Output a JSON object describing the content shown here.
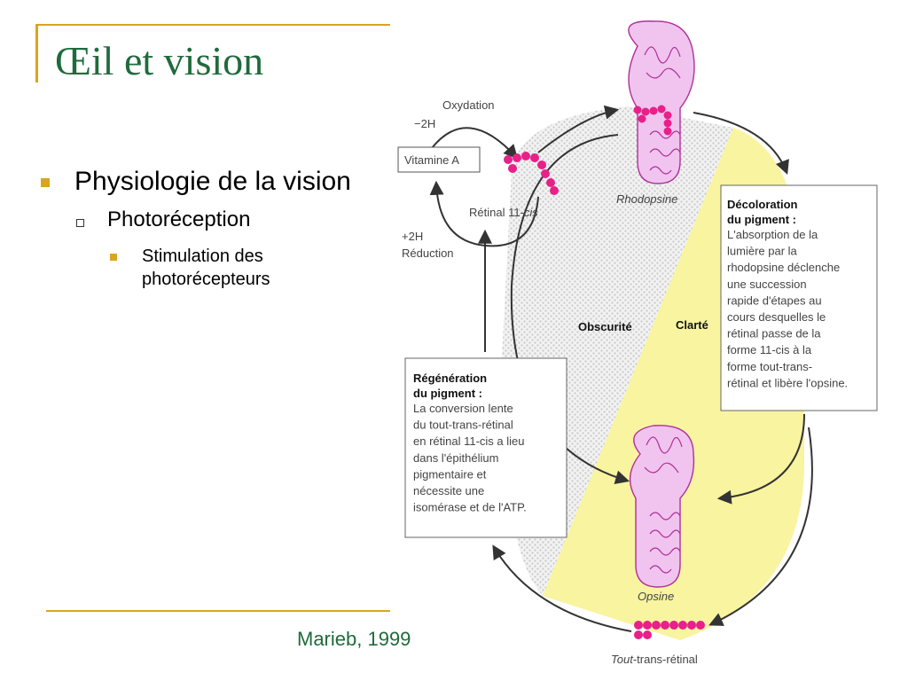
{
  "slide": {
    "title": "Œil et vision",
    "bullets": {
      "level1": "Physiologie de la vision",
      "level2": "Photoréception",
      "level3": "Stimulation des\nphotorécepteurs"
    },
    "citation": "Marieb, 1999"
  },
  "figure": {
    "labels": {
      "oxydation": "Oxydation",
      "minus2h": "−2H",
      "plus2h": "+2H",
      "reduction": "Réduction",
      "vitamine_a": "Vitamine A",
      "retinal_11cis_prefix": "Rétinal 11-",
      "retinal_11cis_suffix": "cis",
      "rhodopsine": "Rhodopsine",
      "opsine": "Opsine",
      "tout_trans_retinal_prefix": "Tout",
      "tout_trans_retinal_suffix": "-trans-rétinal",
      "obscurite": "Obscurité",
      "clarte": "Clarté"
    },
    "decoloration_box": {
      "heading": [
        "Décoloration",
        "du pigment :"
      ],
      "lines": [
        "L'absorption de la",
        "lumière par la",
        "rhodopsine déclenche",
        "une succession",
        "rapide d'étapes au",
        "cours desquelles le",
        "rétinal passe de la",
        "forme 11-cis à la",
        "forme tout-trans-",
        "rétinal et libère l'opsine."
      ]
    },
    "regeneration_box": {
      "heading": [
        "Régénération",
        "du pigment :"
      ],
      "lines": [
        "La conversion lente",
        "du tout-trans-rétinal",
        "en rétinal 11-cis a lieu",
        "dans l'épithélium",
        "pigmentaire et",
        "nécessite une",
        "isomérase et de l'ATP."
      ]
    },
    "colors": {
      "protein_fill": "#f0c4ee",
      "protein_stroke": "#b0309a",
      "retinal": "#e8208a",
      "clarte_zone": "#f8f4a0",
      "obscurite_zone": "#dcdcdc",
      "accent_gold": "#d9a520",
      "title_green": "#1f6b3c"
    }
  }
}
